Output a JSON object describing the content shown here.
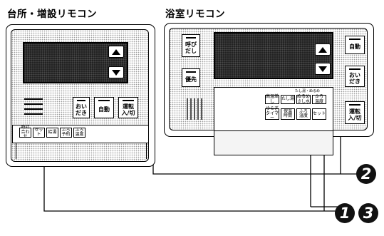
{
  "headings": {
    "kitchen": "台所・増設リモコン",
    "bath": "浴室リモコン"
  },
  "kitchen_remote": {
    "buttons": {
      "oidaki": "おい\nだき",
      "automatic": "自動",
      "power": "運転\n入/切"
    },
    "panel_buttons": {
      "clock": "時計\n合わせ",
      "set": "セット",
      "hot_water": "給湯",
      "priority": "ふろ\n予約",
      "temperature": "ふろ\n温度"
    }
  },
  "bath_remote": {
    "buttons": {
      "call": "呼び\nだし",
      "priority": "優先",
      "automatic": "自動",
      "oidaki": "おい\nだき",
      "power": "運転\n入/切"
    },
    "panel_header": "たし湯・ぬるめ",
    "panel_buttons": {
      "row1": [
        "高温差し",
        "たし湯",
        "ぬるめ\nさし水",
        "ふろ\n温度"
      ],
      "row2": [
        "ゆらぎ\nタイマー",
        "保温\n時間",
        "ふろ\n温度",
        "セット"
      ]
    }
  },
  "callouts": [
    "2",
    "1",
    "3"
  ]
}
